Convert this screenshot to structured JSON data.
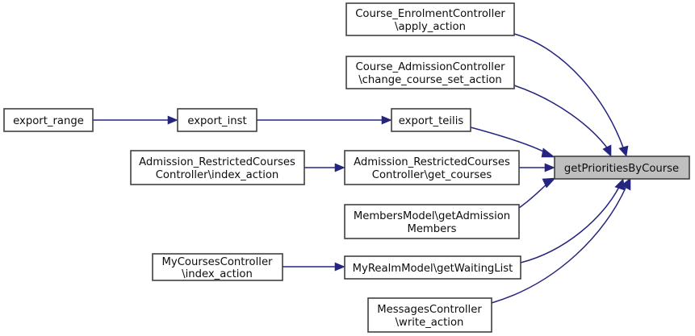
{
  "graph": {
    "type": "call-graph",
    "title": "getPrioritiesByCourse",
    "direction": "left-to-right",
    "colors": {
      "node_fill": "#ffffff",
      "node_highlight_fill": "#bfbfbf",
      "node_border": "#404040",
      "edge": "#252580",
      "text": "#0d0d0d",
      "background": "#ffffff"
    },
    "nodes": [
      {
        "id": "course_enrolment_apply",
        "line1": "Course_EnrolmentController",
        "line2": "\\apply_action",
        "highlight": false
      },
      {
        "id": "course_admission_change",
        "line1": "Course_AdmissionController",
        "line2": "\\change_course_set_action",
        "highlight": false
      },
      {
        "id": "export_range",
        "line1": "export_range",
        "line2": "",
        "highlight": false
      },
      {
        "id": "export_inst",
        "line1": "export_inst",
        "line2": "",
        "highlight": false
      },
      {
        "id": "export_teilis",
        "line1": "export_teilis",
        "line2": "",
        "highlight": false
      },
      {
        "id": "restricted_index",
        "line1": "Admission_RestrictedCourses",
        "line2": "Controller\\index_action",
        "highlight": false
      },
      {
        "id": "restricted_get_courses",
        "line1": "Admission_RestrictedCourses",
        "line2": "Controller\\get_courses",
        "highlight": false
      },
      {
        "id": "members_get_admission",
        "line1": "MembersModel\\getAdmission",
        "line2": "Members",
        "highlight": false
      },
      {
        "id": "mycourses_index",
        "line1": "MyCoursesController",
        "line2": "\\index_action",
        "highlight": false
      },
      {
        "id": "myrealm_waitinglist",
        "line1": "MyRealmModel\\getWaitingList",
        "line2": "",
        "highlight": false
      },
      {
        "id": "messages_write",
        "line1": "MessagesController",
        "line2": "\\write_action",
        "highlight": false
      },
      {
        "id": "get_priorities_by_course",
        "line1": "getPrioritiesByCourse",
        "line2": "",
        "highlight": true
      }
    ],
    "edges": [
      {
        "from": "export_range",
        "to": "export_inst"
      },
      {
        "from": "export_inst",
        "to": "export_teilis"
      },
      {
        "from": "restricted_index",
        "to": "restricted_get_courses"
      },
      {
        "from": "mycourses_index",
        "to": "myrealm_waitinglist"
      },
      {
        "from": "course_enrolment_apply",
        "to": "get_priorities_by_course"
      },
      {
        "from": "course_admission_change",
        "to": "get_priorities_by_course"
      },
      {
        "from": "export_teilis",
        "to": "get_priorities_by_course"
      },
      {
        "from": "restricted_get_courses",
        "to": "get_priorities_by_course"
      },
      {
        "from": "members_get_admission",
        "to": "get_priorities_by_course"
      },
      {
        "from": "myrealm_waitinglist",
        "to": "get_priorities_by_course"
      },
      {
        "from": "messages_write",
        "to": "get_priorities_by_course"
      }
    ]
  }
}
